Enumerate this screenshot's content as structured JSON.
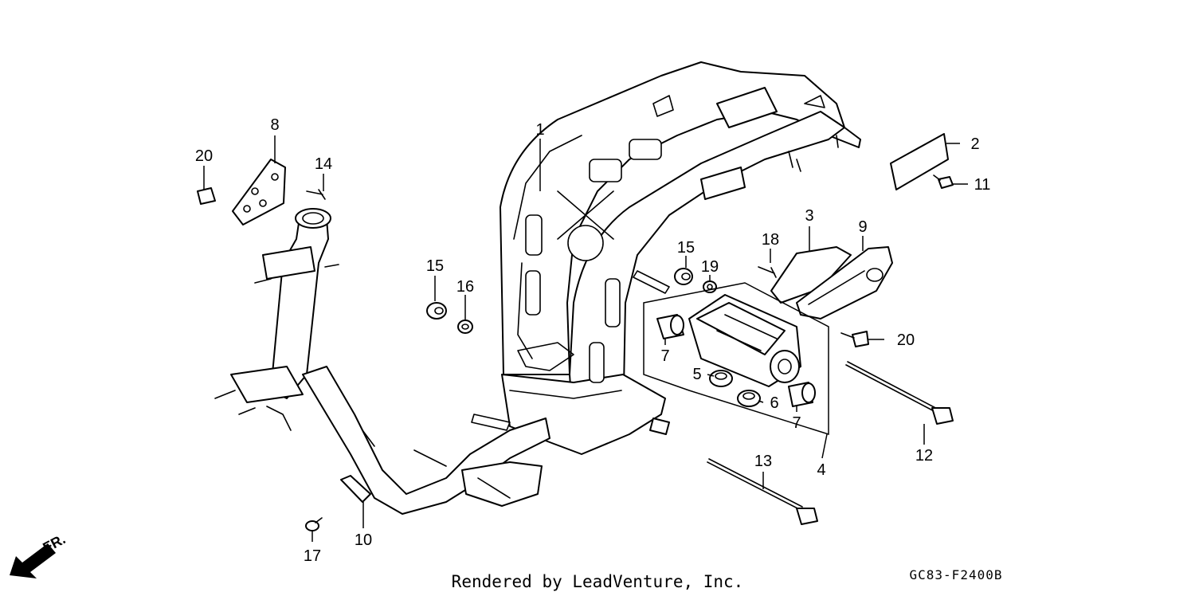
{
  "callouts": {
    "c1": "1",
    "c2": "2",
    "c3": "3",
    "c4": "4",
    "c5": "5",
    "c6": "6",
    "c7a": "7",
    "c7b": "7",
    "c8": "8",
    "c9": "9",
    "c10": "10",
    "c11": "11",
    "c12": "12",
    "c13": "13",
    "c14": "14",
    "c15a": "15",
    "c15b": "15",
    "c16": "16",
    "c17": "17",
    "c18": "18",
    "c19": "19",
    "c20a": "20",
    "c20b": "20"
  },
  "front_marker": "FR.",
  "footer_credit": "Rendered by LeadVenture, Inc.",
  "diagram_code": "GC83-F2400B"
}
